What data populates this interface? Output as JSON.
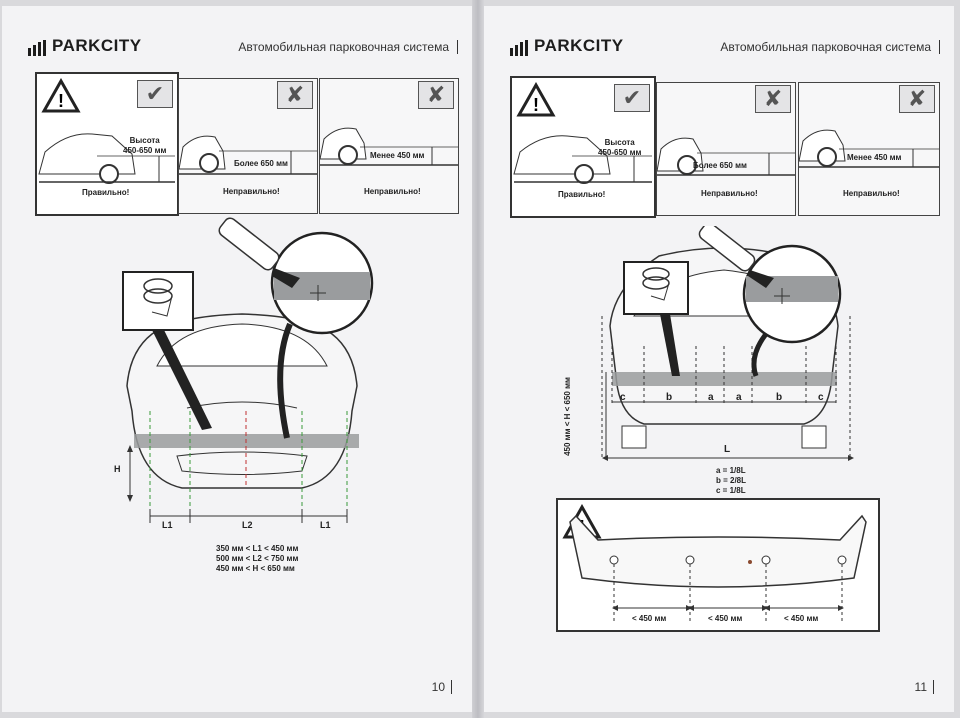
{
  "brand": {
    "name": "PARKCITY"
  },
  "tagline": "Автомобильная парковочная система",
  "left_page": {
    "number": "10",
    "height_panels": [
      {
        "annotation": "Высота\n450-650 мм",
        "result": "Правильно!",
        "status": "correct"
      },
      {
        "annotation": "Более 650 мм",
        "result": "Неправильно!",
        "status": "incorrect"
      },
      {
        "annotation": "Менее 450 мм",
        "result": "Неправильно!",
        "status": "incorrect"
      }
    ],
    "dimension_labels": {
      "l1": "L1",
      "l2": "L2",
      "h": "H"
    },
    "specs": [
      "350 мм < L1 < 450 мм",
      "500 мм < L2 < 750 мм",
      "450 мм < H < 650 мм"
    ]
  },
  "right_page": {
    "number": "11",
    "height_panels": [
      {
        "annotation": "Высота\n450-650 мм",
        "result": "Правильно!",
        "status": "correct"
      },
      {
        "annotation": "Более 650 мм",
        "result": "Неправильно!",
        "status": "incorrect"
      },
      {
        "annotation": "Менее 450 мм",
        "result": "Неправильно!",
        "status": "incorrect"
      }
    ],
    "segment_labels": [
      "c",
      "b",
      "a",
      "a",
      "b",
      "c"
    ],
    "length_label": "L",
    "vertical_label": "450 мм < H < 650 мм",
    "ratios": [
      "a = 1/8L",
      "b = 2/8L",
      "c = 1/8L"
    ],
    "bumper_spacing": [
      "< 450 мм",
      "< 450 мм",
      "< 450 мм"
    ]
  },
  "colors": {
    "page": "#f3f3f5",
    "ink": "#222222",
    "strip": "#9a9c9e"
  }
}
